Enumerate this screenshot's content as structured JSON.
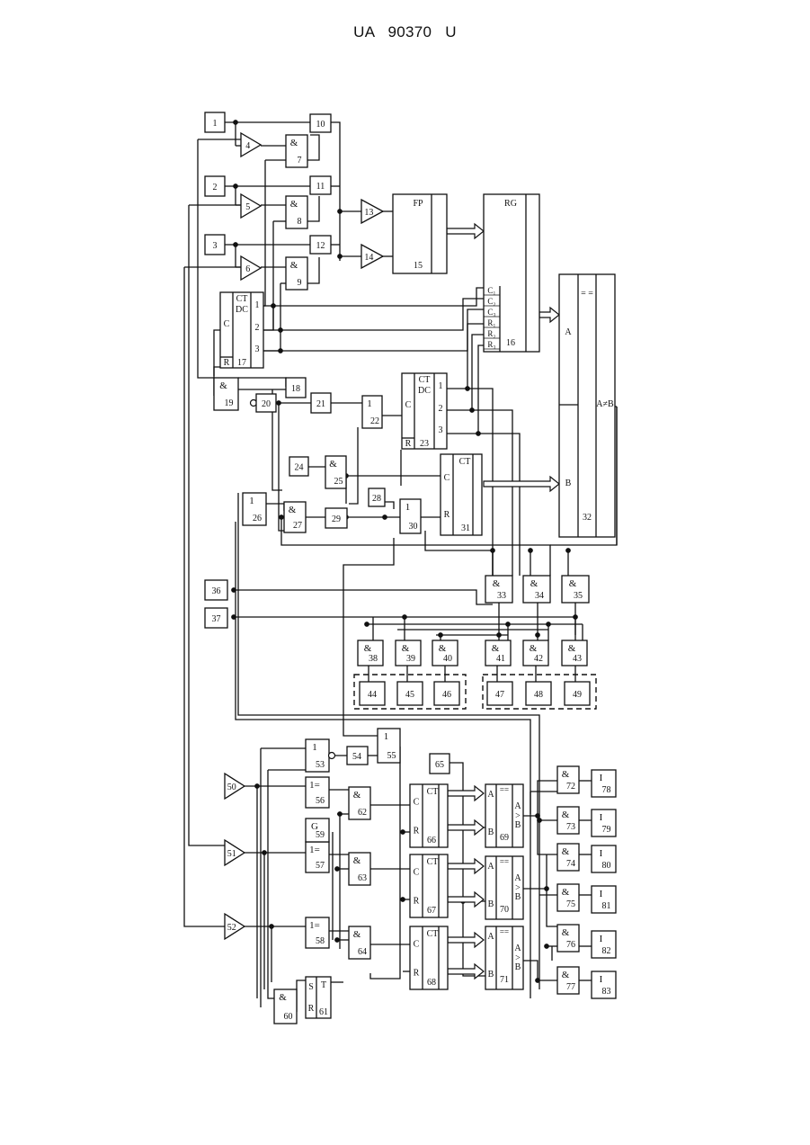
{
  "header": {
    "patent_number": "UA   90370   U"
  },
  "diagram": {
    "ink_color": "#111111",
    "blocks": [
      {
        "id": "1",
        "labels": [
          "1"
        ]
      },
      {
        "id": "2",
        "labels": [
          "2"
        ]
      },
      {
        "id": "3",
        "labels": [
          "3"
        ]
      },
      {
        "id": "4",
        "labels": [
          "4"
        ]
      },
      {
        "id": "5",
        "labels": [
          "5"
        ]
      },
      {
        "id": "6",
        "labels": [
          "6"
        ]
      },
      {
        "id": "7",
        "labels": [
          "&",
          "7"
        ]
      },
      {
        "id": "8",
        "labels": [
          "&",
          "8"
        ]
      },
      {
        "id": "9",
        "labels": [
          "&",
          "9"
        ]
      },
      {
        "id": "10",
        "labels": [
          "10"
        ]
      },
      {
        "id": "11",
        "labels": [
          "11"
        ]
      },
      {
        "id": "12",
        "labels": [
          "12"
        ]
      },
      {
        "id": "13",
        "labels": [
          "13"
        ]
      },
      {
        "id": "14",
        "labels": [
          "14"
        ]
      },
      {
        "id": "15",
        "labels": [
          "FP",
          "15"
        ]
      },
      {
        "id": "16",
        "labels": [
          "RG",
          "C₁",
          "C₂",
          "C₃",
          "R₁",
          "R₂",
          "R₃",
          "16"
        ]
      },
      {
        "id": "17",
        "labels": [
          "CT",
          "DC",
          "C",
          "R",
          "17",
          "1",
          "2",
          "3"
        ]
      },
      {
        "id": "18",
        "labels": [
          "18"
        ]
      },
      {
        "id": "19",
        "labels": [
          "&",
          "19"
        ]
      },
      {
        "id": "20",
        "labels": [
          "20"
        ]
      },
      {
        "id": "21",
        "labels": [
          "21"
        ]
      },
      {
        "id": "22",
        "labels": [
          "1",
          "22"
        ]
      },
      {
        "id": "23",
        "labels": [
          "CT",
          "DC",
          "C",
          "R",
          "23",
          "1",
          "2",
          "3"
        ]
      },
      {
        "id": "24",
        "labels": [
          "24"
        ]
      },
      {
        "id": "25",
        "labels": [
          "&",
          "25"
        ]
      },
      {
        "id": "26",
        "labels": [
          "1",
          "26"
        ]
      },
      {
        "id": "27",
        "labels": [
          "&",
          "27"
        ]
      },
      {
        "id": "28",
        "labels": [
          "28"
        ]
      },
      {
        "id": "29",
        "labels": [
          "29"
        ]
      },
      {
        "id": "30",
        "labels": [
          "1",
          "30"
        ]
      },
      {
        "id": "31",
        "labels": [
          "CT",
          "C",
          "R",
          "31"
        ]
      },
      {
        "id": "32",
        "labels": [
          "= =",
          "A",
          "A≠B",
          "B",
          "32"
        ]
      },
      {
        "id": "33",
        "labels": [
          "&",
          "33"
        ]
      },
      {
        "id": "34",
        "labels": [
          "&",
          "34"
        ]
      },
      {
        "id": "35",
        "labels": [
          "&",
          "35"
        ]
      },
      {
        "id": "36",
        "labels": [
          "36"
        ]
      },
      {
        "id": "37",
        "labels": [
          "37"
        ]
      },
      {
        "id": "38",
        "labels": [
          "&",
          "38"
        ]
      },
      {
        "id": "39",
        "labels": [
          "&",
          "39"
        ]
      },
      {
        "id": "40",
        "labels": [
          "&",
          "40"
        ]
      },
      {
        "id": "41",
        "labels": [
          "&",
          "41"
        ]
      },
      {
        "id": "42",
        "labels": [
          "&",
          "42"
        ]
      },
      {
        "id": "43",
        "labels": [
          "&",
          "43"
        ]
      },
      {
        "id": "44",
        "labels": [
          "44"
        ]
      },
      {
        "id": "45",
        "labels": [
          "45"
        ]
      },
      {
        "id": "46",
        "labels": [
          "46"
        ]
      },
      {
        "id": "47",
        "labels": [
          "47"
        ]
      },
      {
        "id": "48",
        "labels": [
          "48"
        ]
      },
      {
        "id": "49",
        "labels": [
          "49"
        ]
      },
      {
        "id": "50",
        "labels": [
          "50"
        ]
      },
      {
        "id": "51",
        "labels": [
          "51"
        ]
      },
      {
        "id": "52",
        "labels": [
          "52"
        ]
      },
      {
        "id": "53",
        "labels": [
          "1",
          "53"
        ]
      },
      {
        "id": "54",
        "labels": [
          "54"
        ]
      },
      {
        "id": "55",
        "labels": [
          "1",
          "55"
        ]
      },
      {
        "id": "56",
        "labels": [
          "1=",
          "56"
        ]
      },
      {
        "id": "57",
        "labels": [
          "1=",
          "57"
        ]
      },
      {
        "id": "58",
        "labels": [
          "1=",
          "58"
        ]
      },
      {
        "id": "59",
        "labels": [
          "G",
          "59"
        ]
      },
      {
        "id": "60",
        "labels": [
          "&",
          "60"
        ]
      },
      {
        "id": "61",
        "labels": [
          "S",
          "T",
          "R",
          "61"
        ]
      },
      {
        "id": "62",
        "labels": [
          "&",
          "62"
        ]
      },
      {
        "id": "63",
        "labels": [
          "&",
          "63"
        ]
      },
      {
        "id": "64",
        "labels": [
          "&",
          "64"
        ]
      },
      {
        "id": "65",
        "labels": [
          "65"
        ]
      },
      {
        "id": "66",
        "labels": [
          "CT",
          "C",
          "R",
          "66"
        ]
      },
      {
        "id": "67",
        "labels": [
          "CT",
          "C",
          "R",
          "67"
        ]
      },
      {
        "id": "68",
        "labels": [
          "CT",
          "C",
          "R",
          "68"
        ]
      },
      {
        "id": "69",
        "labels": [
          "A",
          "==",
          "A",
          "&gt;",
          "B",
          "B",
          "69"
        ]
      },
      {
        "id": "70",
        "labels": [
          "A",
          "==",
          "A",
          "&gt;",
          "B",
          "B",
          "70"
        ]
      },
      {
        "id": "71",
        "labels": [
          "A",
          "==",
          "A",
          "&gt;",
          "B",
          "B",
          "71"
        ]
      },
      {
        "id": "72",
        "labels": [
          "&",
          "72"
        ]
      },
      {
        "id": "73",
        "labels": [
          "&",
          "73"
        ]
      },
      {
        "id": "74",
        "labels": [
          "&",
          "74"
        ]
      },
      {
        "id": "75",
        "labels": [
          "&",
          "75"
        ]
      },
      {
        "id": "76",
        "labels": [
          "&",
          "76"
        ]
      },
      {
        "id": "77",
        "labels": [
          "&",
          "77"
        ]
      },
      {
        "id": "78",
        "labels": [
          "I",
          "78"
        ]
      },
      {
        "id": "79",
        "labels": [
          "I",
          "79"
        ]
      },
      {
        "id": "80",
        "labels": [
          "I",
          "80"
        ]
      },
      {
        "id": "81",
        "labels": [
          "I",
          "81"
        ]
      },
      {
        "id": "82",
        "labels": [
          "I",
          "82"
        ]
      },
      {
        "id": "83",
        "labels": [
          "I",
          "83"
        ]
      }
    ]
  }
}
